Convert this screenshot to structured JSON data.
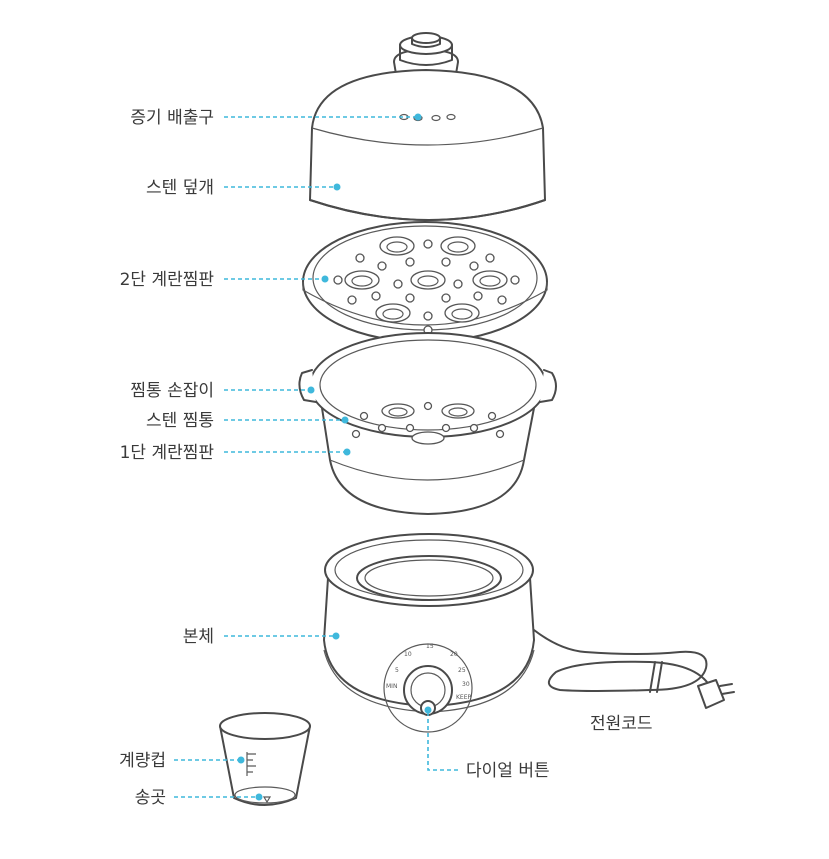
{
  "labels": {
    "steam_vent": "증기 배출구",
    "lid": "스텐 덮개",
    "egg_tray_2": "2단 계란찜판",
    "handle": "찜통 손잡이",
    "steamer": "스텐 찜통",
    "egg_tray_1": "1단 계란찜판",
    "body": "본체",
    "power_cord": "전원코드",
    "dial_button": "다이얼 버튼",
    "measuring_cup": "계량컵",
    "awl": "송곳"
  },
  "dial_marks": [
    "5",
    "10",
    "15",
    "20",
    "25",
    "30",
    "MIN",
    "KEEP"
  ],
  "colors": {
    "leader": "#3fb8dc",
    "outline": "#4a4a4a"
  }
}
